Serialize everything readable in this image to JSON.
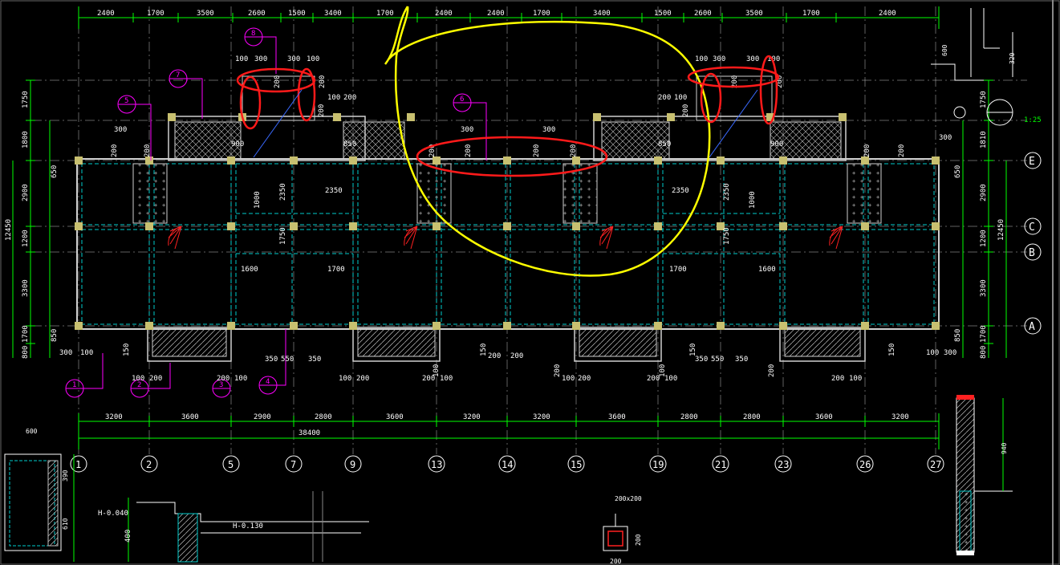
{
  "colors": {
    "background": "#000000",
    "dimension": "#00ff00",
    "grid": "#ffffff",
    "wall": "#00cccc",
    "column": "#c8c070",
    "magenta": "#ff00ff",
    "red": "#ff2020",
    "highlight_yellow": "#ffff00",
    "highlight_red": "#ff1a1a"
  },
  "top_dimensions": [
    "2400",
    "1700",
    "3500",
    "2600",
    "1500",
    "3400",
    "1700",
    "2400",
    "2400",
    "1700",
    "3400",
    "1500",
    "2600",
    "3500",
    "1700",
    "2400"
  ],
  "bottom_dimensions": [
    "3200",
    "3600",
    "2900",
    "2800",
    "3600",
    "3200",
    "3200",
    "3600",
    "2800",
    "2800",
    "3600",
    "3200"
  ],
  "overall_dimension": "38400",
  "axis_labels": [
    "1",
    "2",
    "5",
    "7",
    "9",
    "13",
    "14",
    "15",
    "19",
    "21",
    "23",
    "26",
    "27"
  ],
  "row_labels": [
    "E",
    "C",
    "B",
    "A"
  ],
  "left_dimensions": [
    "1750",
    "1800",
    "2900",
    "1200",
    "3300",
    "1700",
    "800"
  ],
  "left_total": "12450",
  "right_dimensions": [
    "1750",
    "1810",
    "2900",
    "1200",
    "3300",
    "1700",
    "800"
  ],
  "right_total": "12450",
  "left_small": [
    "650",
    "850"
  ],
  "right_small": [
    "650",
    "850"
  ],
  "detail_markers": [
    "8",
    "7",
    "5",
    "6",
    "1",
    "2",
    "3",
    "4"
  ],
  "plan_labels": {
    "dim_300": "300",
    "dim_100": "100",
    "dim_200": "200",
    "dim_900": "900",
    "dim_850": "850",
    "dim_2350": "2350",
    "dim_1600": "1600",
    "dim_1700": "1700",
    "dim_1750": "1750",
    "dim_1000": "1000",
    "dim_350": "350",
    "dim_550": "550",
    "dim_150": "150",
    "dim_600": "600"
  },
  "scale_note": "1:25",
  "details": {
    "elev_1": "H-0.040",
    "elev_2": "H-0.130",
    "col_spec": "200x200",
    "col_w": "200",
    "d_600": "600",
    "d_390": "390",
    "d_610": "610",
    "d_400": "400",
    "d_940": "940",
    "d_320": "320"
  }
}
